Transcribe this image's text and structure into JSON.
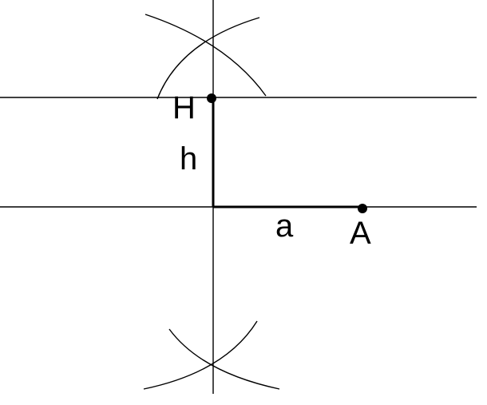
{
  "labels": {
    "point_h": "H",
    "segment_h": "h",
    "segment_a": "a",
    "point_a": "A"
  },
  "colors": {
    "stroke": "#000000",
    "background": "#ffffff"
  }
}
